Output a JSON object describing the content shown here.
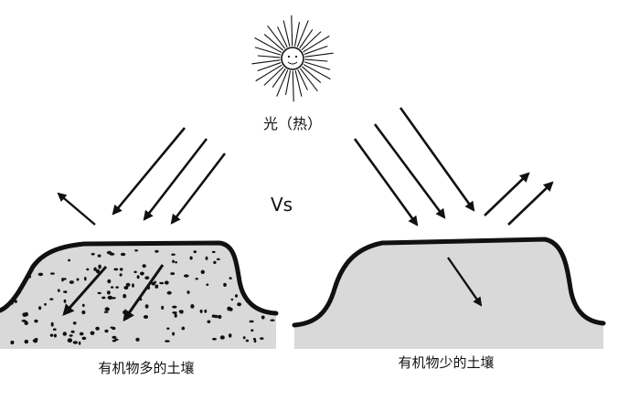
{
  "labels": {
    "sun": "光（热）",
    "versus": "Vs",
    "left_soil": "有机物多的土壤",
    "right_soil": "有机物少的土壤"
  },
  "colors": {
    "soil_fill": "#d9d9d9",
    "ink": "#111111",
    "background": "#ffffff"
  },
  "icons": {
    "sun": "sun-icon"
  }
}
